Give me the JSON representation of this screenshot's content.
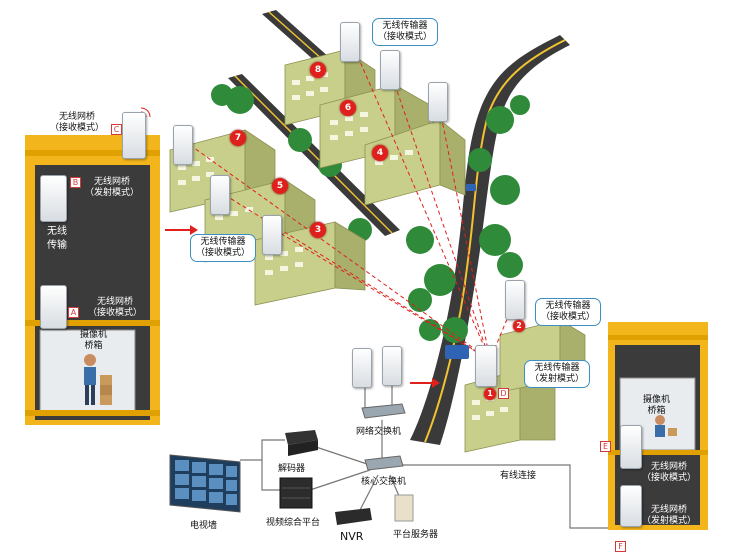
{
  "labels": {
    "receiver_top": [
      "无线传输器",
      "（接收模式）"
    ],
    "receiver_left": [
      "无线传输器",
      "（接收模式）"
    ],
    "receiver_right": [
      "无线传输器",
      "（接收模式）"
    ],
    "transmitter_right": [
      "无线传输器",
      "（发射模式）"
    ],
    "bridge_c": [
      "无线网桥",
      "（接收模式）"
    ],
    "bridge_b": [
      "无线网桥",
      "（发射模式）"
    ],
    "bridge_a": [
      "无线网桥",
      "（接收模式）"
    ],
    "shaft_left": [
      "无线",
      "传输"
    ],
    "camera_box_left": [
      "摄像机",
      "桥箱"
    ],
    "camera_box_right": [
      "摄像机",
      "桥箱"
    ],
    "bridge_e": [
      "无线网桥",
      "（接收模式）"
    ],
    "bridge_f": [
      "无线网桥",
      "（发射模式）"
    ],
    "network_switch": "网络交换机",
    "core_switch": "核心交换机",
    "decoder": "解码器",
    "video_wall": "电视墙",
    "video_platform": "视频综合平台",
    "nvr": "NVR",
    "platform_server": "平台服务器",
    "wired_connection": "有线连接"
  },
  "tags": {
    "a": "A",
    "b": "B",
    "c": "C",
    "d": "D",
    "e": "E",
    "f": "F"
  },
  "building_numbers": [
    "1",
    "2",
    "3",
    "4",
    "5",
    "6",
    "7",
    "8"
  ],
  "colors": {
    "callout_border": "#3d8fc2",
    "elevator_frame": "#f2b51c",
    "building_wall": "#c8cf8a",
    "tree": "#2f8a3a",
    "road": "#3a3a3a",
    "road_line": "#f2c230",
    "marker": "#e0201c",
    "wireless_link": "#e0201c"
  }
}
